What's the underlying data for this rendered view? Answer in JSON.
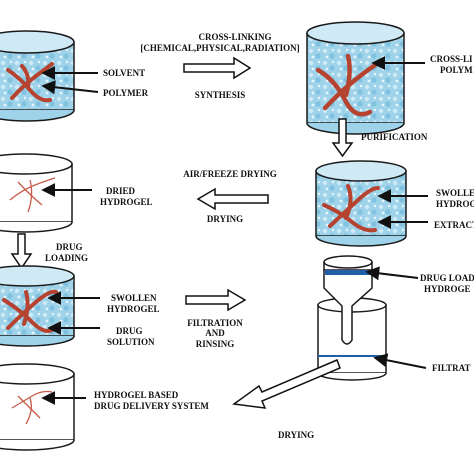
{
  "labels": {
    "solvent": "SOLVENT",
    "polymer": "POLYMER",
    "crosslinking": "CROSS-LINKING",
    "crosslinking_types": "[CHEMICAL,PHYSICAL,RADIATION]",
    "synthesis": "SYNTHESIS",
    "crosslinked_line1": "CROSS-LI",
    "crosslinked_line2": "POLYM",
    "purification": "PURIFICATION",
    "air_freeze_drying": "AIR/FREEZE DRYING",
    "drying_top": "DRYING",
    "dried_line1": "DRIED",
    "dried_line2": "HYDROGEL",
    "swollen_right_line1": "SWOLLE",
    "swollen_right_line2": "HYDROG",
    "extract": "EXTRACT",
    "drug_loading_line1": "DRUG",
    "drug_loading_line2": "LOADING",
    "drug_loaded_line1": "DRUG LOADE",
    "drug_loaded_line2": "HYDROGE",
    "swollen_left_line1": "SWOLLEN",
    "swollen_left_line2": "HYDROGEL",
    "drug_solution_line1": "DRUG",
    "drug_solution_line2": "SOLUTION",
    "filtration_line1": "FILTRATION",
    "filtration_line2": "AND",
    "filtration_line3": "RINSING",
    "filtrate": "FILTRAT",
    "final_line1": "HYDROGEL BASED",
    "final_line2": "DRUG DELIVERY SYSTEM",
    "drying_bottom": "DRYING"
  },
  "colors": {
    "liquid": "#9fd3ea",
    "liquid_dark": "#6fb6d6",
    "liquid_rim": "#cfe9f5",
    "polymer": "#b5432f",
    "polymer_thin": "#c85b4a",
    "outline": "#1a1a1a",
    "band": "#1f5fa8",
    "text": "#111111"
  }
}
